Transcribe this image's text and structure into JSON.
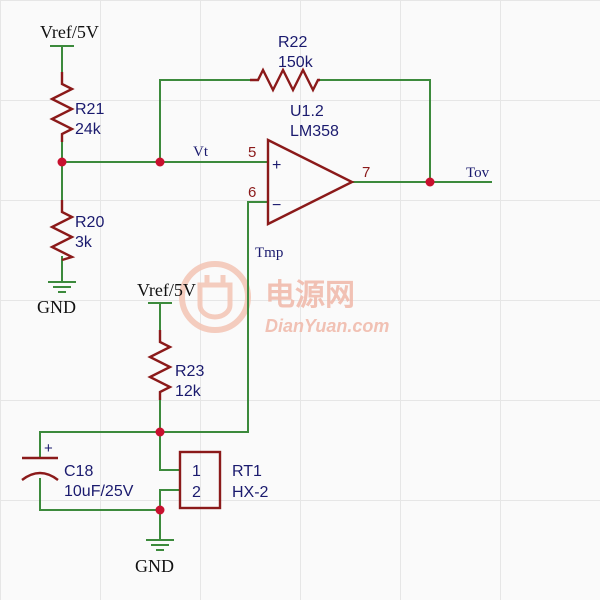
{
  "components": {
    "r21": {
      "ref": "R21",
      "value": "24k"
    },
    "r20": {
      "ref": "R20",
      "value": "3k"
    },
    "r22": {
      "ref": "R22",
      "value": "150k"
    },
    "r23": {
      "ref": "R23",
      "value": "12k"
    },
    "c18": {
      "ref": "C18",
      "value": "10uF/25V",
      "polarity": "+"
    },
    "u1": {
      "ref": "U1.2",
      "part": "LM358",
      "plus": "+",
      "minus": "−",
      "pin_plus": "5",
      "pin_minus": "6",
      "pin_out": "7"
    },
    "rt1": {
      "ref": "RT1",
      "part": "HX-2",
      "pin1": "1",
      "pin2": "2"
    }
  },
  "power": {
    "vref_top": "Vref/5V",
    "vref_mid": "Vref/5V",
    "gnd_top": "GND",
    "gnd_bottom": "GND"
  },
  "nets": {
    "vt": "Vt",
    "tmp": "Tmp",
    "tov": "Tov"
  },
  "watermark": {
    "cn": "电源网",
    "en": "DianYuan.com"
  },
  "colors": {
    "wire": "#3c8a3c",
    "component": "#8b1a1a",
    "junction": "#c8102e",
    "label": "#1a1a6e",
    "watermark": "#f0b8a8"
  }
}
